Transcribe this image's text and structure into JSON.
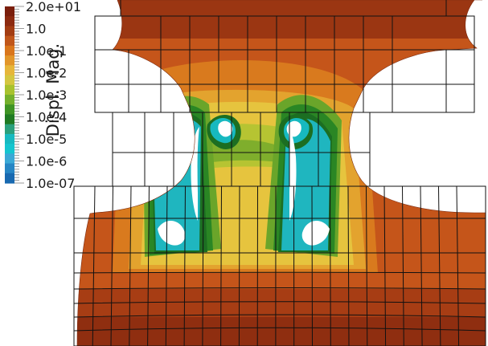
{
  "legend": {
    "title": "Displ. Mag.",
    "scale": "log",
    "range": [
      "1.0e-07",
      "2.0e+01"
    ],
    "tick_labels": [
      "2.0e+01",
      "1.0",
      "1.0e-1",
      "1.0e-2",
      "1.0e-3",
      "1.0e-4",
      "1.0e-5",
      "1.0e-6",
      "1.0e-07"
    ],
    "colors_top_to_bottom": [
      "#7a1e0c",
      "#8c2a10",
      "#a23c12",
      "#c0561a",
      "#d9761c",
      "#e2962a",
      "#e6b63a",
      "#d4c640",
      "#a8c22e",
      "#74b02c",
      "#3e9424",
      "#1f7a22",
      "#2aa07c",
      "#17b9c0",
      "#14c5cf",
      "#3aa9d6",
      "#2686c4",
      "#1869b0"
    ]
  },
  "colors": {
    "mesh_line": "#111111",
    "background": "#ffffff"
  }
}
